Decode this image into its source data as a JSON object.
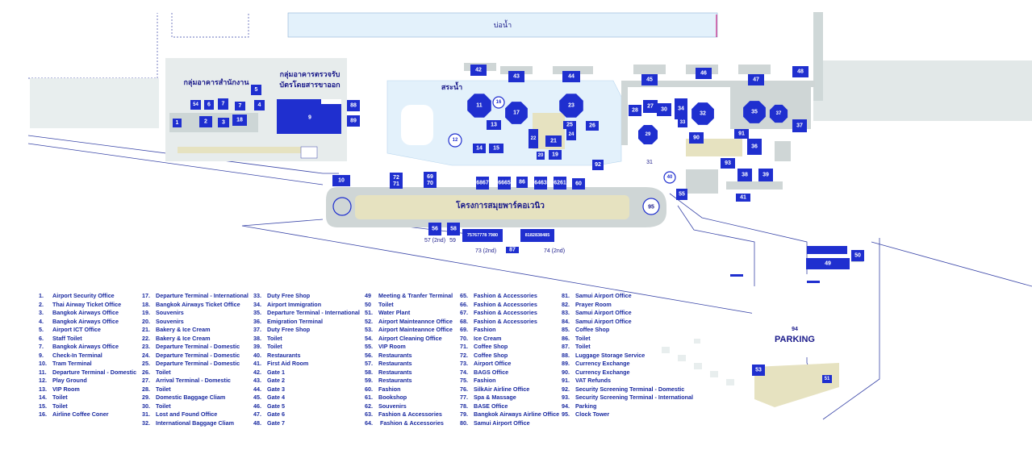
{
  "map_labels": {
    "water_tank": "บ่อน้ำ",
    "office_group": "กลุ่มอาคารสำนักงาน",
    "checkin_group_line1": "กลุ่มอาคารตรวจรับ",
    "checkin_group_line2": "บัตรโดยสารขาออก",
    "pond": "สระน้ำ",
    "samui_park_project": "โครงการสมุยพาร์คอเวนิว",
    "parking": "PARKING",
    "parking_num": "94",
    "clock_tower": "95",
    "gate31": "31",
    "label_57_2nd": "57 (2nd)",
    "label_59": "59",
    "label_73_2nd": "73 (2nd)",
    "label_74_2nd": "74 (2nd)"
  },
  "markers": {
    "m1": "1",
    "m2": "2",
    "m3": "3",
    "m4": "4",
    "m5": "5",
    "m6": "6",
    "m7": "7",
    "m9": "9",
    "m10": "10",
    "m11": "11",
    "m12": "12",
    "m13": "13",
    "m14": "14",
    "m15": "15",
    "m16": "16",
    "m17": "17",
    "m18": "18",
    "m19": "19",
    "m20": "20",
    "m21": "21",
    "m22": "22",
    "m23": "23",
    "m24": "24",
    "m25": "25",
    "m26": "26",
    "m27": "27",
    "m28": "28",
    "m29": "29",
    "m30": "30",
    "m32": "32",
    "m33": "33",
    "m34": "34",
    "m35": "35",
    "m36": "36",
    "m37": "37",
    "m38": "38",
    "m39": "39",
    "m40": "40",
    "m41": "41",
    "m42": "42",
    "m43": "43",
    "m44": "44",
    "m45": "45",
    "m46": "46",
    "m47": "47",
    "m48": "48",
    "m49": "49",
    "m50": "50",
    "m51": "51",
    "m53": "53",
    "m54": "54",
    "m55": "55",
    "m56": "56",
    "m58": "58",
    "m60": "60",
    "m86": "86",
    "m87": "87",
    "m88": "88",
    "m89": "89",
    "m90": "90",
    "m91": "91",
    "m92": "92",
    "m93": "93",
    "m6867": "6867",
    "m6665": "6665",
    "m6463": "6463",
    "m6261": "6261",
    "m7172": "72\n71",
    "m6970": "69\n70",
    "m75_80": "75767778 7980",
    "m81_85": "8182838485"
  },
  "legend": {
    "col1": [
      {
        "n": "1.",
        "t": "Airport Security Office"
      },
      {
        "n": "2.",
        "t": "Thai Airway Ticket Office"
      },
      {
        "n": "3.",
        "t": "Bangkok Airways Office"
      },
      {
        "n": "4.",
        "t": "Bangkok Airways Office"
      },
      {
        "n": "5.",
        "t": "Airport ICT Office"
      },
      {
        "n": "6.",
        "t": "Staff Toilet"
      },
      {
        "n": "7.",
        "t": "Bangkok Airways Office"
      },
      {
        "n": "9.",
        "t": "Check-In Terminal"
      },
      {
        "n": "10.",
        "t": "Tram Terminal"
      },
      {
        "n": "11.",
        "t": "Departure Terminal - Domestic"
      },
      {
        "n": "12.",
        "t": "Play Ground"
      },
      {
        "n": "13.",
        "t": "VIP Room"
      },
      {
        "n": "14.",
        "t": "Toilet"
      },
      {
        "n": "15.",
        "t": "Toilet"
      },
      {
        "n": "16.",
        "t": "Airline Coffee Coner"
      }
    ],
    "col2": [
      {
        "n": "17.",
        "t": "Departure Terminal - International"
      },
      {
        "n": "18.",
        "t": "Bangkok Airways Ticket Office"
      },
      {
        "n": "19.",
        "t": "Souvenirs"
      },
      {
        "n": "20.",
        "t": "Souvenirs"
      },
      {
        "n": "21.",
        "t": "Bakery & Ice Cream"
      },
      {
        "n": "22.",
        "t": "Bakery & Ice Cream"
      },
      {
        "n": "23.",
        "t": "Departure Terminal - Domestic"
      },
      {
        "n": "24.",
        "t": "Departure Terminal - Domestic"
      },
      {
        "n": "25.",
        "t": "Departure Terminal - Domestic"
      },
      {
        "n": "26.",
        "t": "Toilet"
      },
      {
        "n": "27.",
        "t": "Arrival Terminal - Domestic"
      },
      {
        "n": "28.",
        "t": "Toilet"
      },
      {
        "n": "29.",
        "t": "Domestic Baggage Cliam"
      },
      {
        "n": "30.",
        "t": "Toilet"
      },
      {
        "n": "31.",
        "t": "Lost and Found Office"
      },
      {
        "n": "32.",
        "t": "International Baggage Cliam"
      }
    ],
    "col3": [
      {
        "n": "33.",
        "t": "Duty Free Shop"
      },
      {
        "n": "34.",
        "t": "Airport Immigration"
      },
      {
        "n": "35.",
        "t": "Departure Terminal - International"
      },
      {
        "n": "36.",
        "t": "Emigration Terminal"
      },
      {
        "n": "37.",
        "t": "Duty Free Shop"
      },
      {
        "n": "38.",
        "t": "Toilet"
      },
      {
        "n": "39.",
        "t": "Toilet"
      },
      {
        "n": "40.",
        "t": "Restaurants"
      },
      {
        "n": "41.",
        "t": "First Aid Room"
      },
      {
        "n": "42.",
        "t": "Gate 1"
      },
      {
        "n": "43.",
        "t": "Gate 2"
      },
      {
        "n": "44.",
        "t": "Gate 3"
      },
      {
        "n": "45.",
        "t": "Gate 4"
      },
      {
        "n": "46.",
        "t": "Gate 5"
      },
      {
        "n": "47.",
        "t": "Gate 6"
      },
      {
        "n": "48.",
        "t": "Gate 7"
      }
    ],
    "col4": [
      {
        "n": "49",
        "t": "Meeting & Tranfer Terminal"
      },
      {
        "n": "50",
        "t": "Toilet"
      },
      {
        "n": "51.",
        "t": "Water Plant"
      },
      {
        "n": "52.",
        "t": "Airport Mainteannce Office"
      },
      {
        "n": "53.",
        "t": "Airport Mainteannce Office"
      },
      {
        "n": "54.",
        "t": "Airport Cleaning Office"
      },
      {
        "n": "55.",
        "t": "VIP Room"
      },
      {
        "n": "56.",
        "t": "Restaurants"
      },
      {
        "n": "57.",
        "t": "Restaurants"
      },
      {
        "n": "58.",
        "t": "Restaurants"
      },
      {
        "n": "59.",
        "t": "Restaurants"
      },
      {
        "n": "60.",
        "t": "Fashion"
      },
      {
        "n": "61.",
        "t": "Bookshop"
      },
      {
        "n": "62.",
        "t": "Souvenirs"
      },
      {
        "n": "63.",
        "t": "Fashion & Accessories"
      },
      {
        "n": "64.",
        "t": " Fashion & Accessories"
      }
    ],
    "col5": [
      {
        "n": "65.",
        "t": "Fashion & Accessories"
      },
      {
        "n": "66.",
        "t": "Fashion & Accessories"
      },
      {
        "n": "67.",
        "t": "Fashion & Accessories"
      },
      {
        "n": "68.",
        "t": "Fashion & Accessories"
      },
      {
        "n": "69.",
        "t": "Fashion"
      },
      {
        "n": "70.",
        "t": "Ice Cream"
      },
      {
        "n": "71.",
        "t": "Coffee Shop"
      },
      {
        "n": "72.",
        "t": "Coffee Shop"
      },
      {
        "n": "73.",
        "t": "Airport Office"
      },
      {
        "n": "74.",
        "t": "BAGS Office"
      },
      {
        "n": "75.",
        "t": "Fashion"
      },
      {
        "n": "76.",
        "t": "SilkAir Airline Office"
      },
      {
        "n": "77.",
        "t": "Spa & Massage"
      },
      {
        "n": "78.",
        "t": "BASE Office"
      },
      {
        "n": "79.",
        "t": "Bangkok Airways Airline Office"
      },
      {
        "n": "80.",
        "t": "Samui Airport Office"
      }
    ],
    "col6": [
      {
        "n": "81.",
        "t": "Samui Airport Office"
      },
      {
        "n": "82.",
        "t": "Prayer Room"
      },
      {
        "n": "83.",
        "t": "Samui Airport Office"
      },
      {
        "n": "84.",
        "t": "Samui Airport Office"
      },
      {
        "n": "85.",
        "t": "Coffee Shop"
      },
      {
        "n": "86.",
        "t": "Toilet"
      },
      {
        "n": "87.",
        "t": "Toilet"
      },
      {
        "n": "88.",
        "t": "Luggage Storage Service"
      },
      {
        "n": "89.",
        "t": "Currency Exchange"
      },
      {
        "n": "90.",
        "t": "Currency Exchange"
      },
      {
        "n": "91.",
        "t": "VAT Refunds"
      },
      {
        "n": "92.",
        "t": "Security Screening Terminal - Domestic"
      },
      {
        "n": "93.",
        "t": "Security Screening Terminal - International"
      },
      {
        "n": "94.",
        "t": "Parking"
      },
      {
        "n": "95.",
        "t": "Clock Tower"
      }
    ]
  },
  "colors": {
    "marker_blue": "#1f2fcf",
    "building_gray": "#cfd6d6",
    "water_light": "#e3f1fb",
    "road_line": "#3a46a8",
    "sand": "#e6e2c0",
    "legend_text": "#1a2aa0"
  }
}
